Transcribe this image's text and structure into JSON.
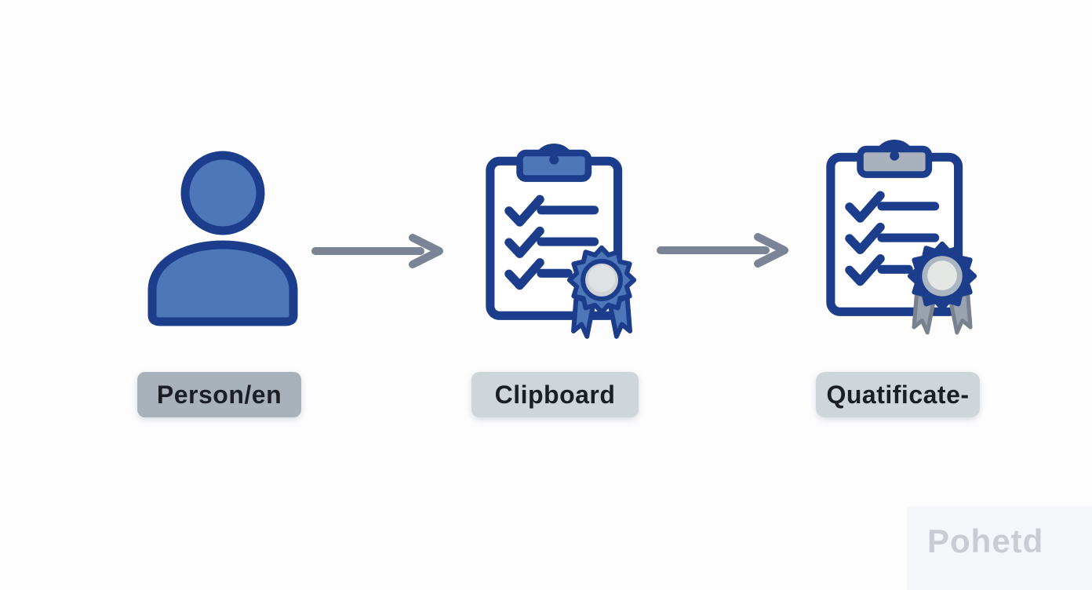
{
  "diagram": {
    "nodes": [
      {
        "id": "person",
        "label": "Person/en",
        "icon": "person-icon"
      },
      {
        "id": "clipboard",
        "label": "Clipboard",
        "icon": "clipboard-award-blue-icon"
      },
      {
        "id": "certificate",
        "label": "Quatificate-",
        "icon": "clipboard-award-gray-icon"
      }
    ],
    "connectors": [
      {
        "from": "person",
        "to": "clipboard",
        "type": "arrow-right"
      },
      {
        "from": "clipboard",
        "to": "certificate",
        "type": "arrow-right"
      }
    ],
    "watermark": "Pohetd"
  },
  "colors": {
    "canvas_bg": "#fdfdfe",
    "icon_blue": "#4d77b9",
    "icon_navy": "#1c3d8c",
    "arrow_gray": "#7b8496",
    "label1_bg": "#a9b2ba",
    "label_light_bg": "#cfd6da",
    "label_text": "#1b1e24",
    "seal_center": "#cfd3d7",
    "seal_center_inner": "#dfe2e4",
    "gray_clip": "#a8b1bc",
    "gray_seal": "#acb6c3",
    "gray_seal_center": "#e4e7e3",
    "gray_ribbon": "#99a3b0",
    "gray_seal_stroke": "#78828f",
    "watermark_text": "#c9ccd3"
  }
}
